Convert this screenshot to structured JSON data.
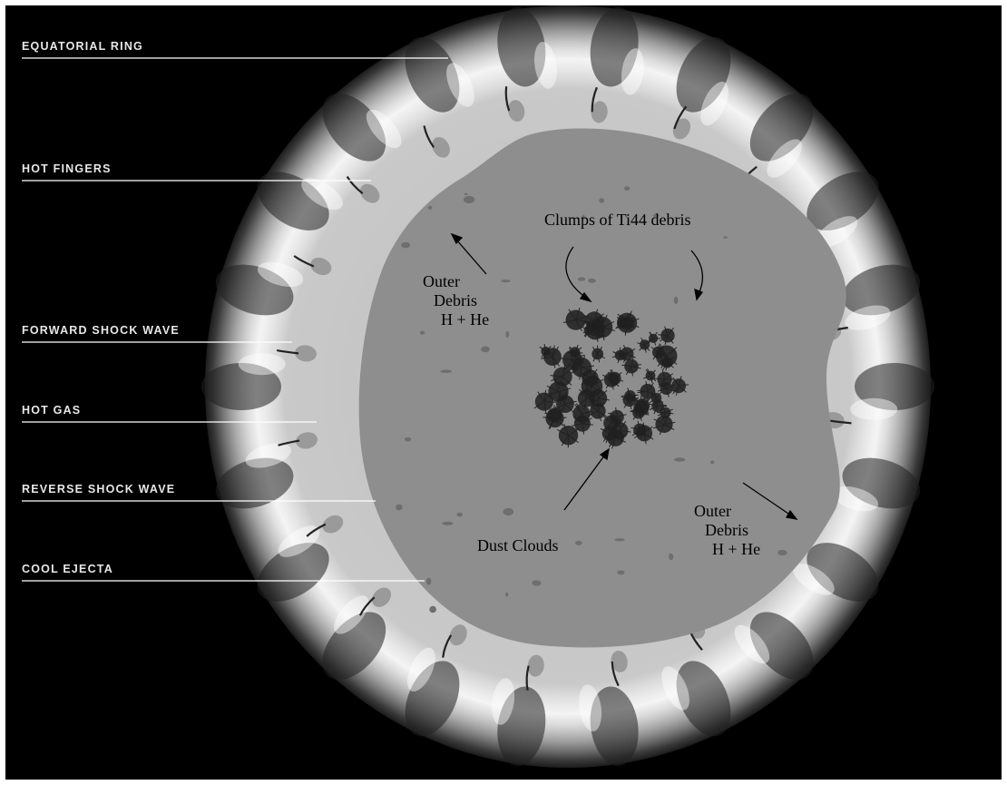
{
  "figure": {
    "side_labels": [
      {
        "id": "equatorial-ring",
        "text": "EQUATORIAL RING"
      },
      {
        "id": "hot-fingers",
        "text": "HOT FINGERS"
      },
      {
        "id": "forward-shock-wave",
        "text": "FORWARD SHOCK WAVE"
      },
      {
        "id": "hot-gas",
        "text": "HOT GAS"
      },
      {
        "id": "reverse-shock-wave",
        "text": "REVERSE SHOCK WAVE"
      },
      {
        "id": "cool-ejecta",
        "text": "COOL EJECTA"
      }
    ],
    "callouts": {
      "clumps": "Clumps of  Ti44 debris",
      "outer_debris_left": {
        "line1": "Outer",
        "line2": "Debris",
        "line3": "H + He"
      },
      "dust_clouds": "Dust Clouds",
      "outer_debris_right": {
        "line1": "Outer",
        "line2": "Debris",
        "line3": "H + He"
      }
    },
    "colors": {
      "background": "#000000",
      "ring_light": "#f2f2f2",
      "ring_dark": "#2a2a2a",
      "interior": "#8e8e8e",
      "dust": "#1a1a1a",
      "label_text": "#e8e8e8",
      "leader_line": "#ffffff"
    }
  }
}
